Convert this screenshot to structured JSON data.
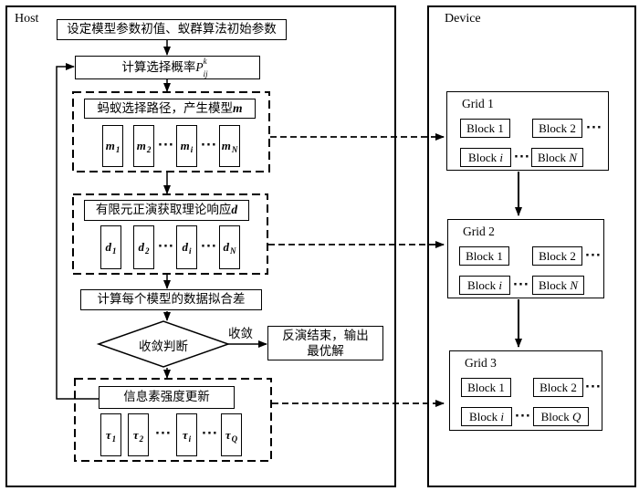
{
  "ellipsis": "···",
  "colors": {
    "line": "#000000",
    "background": "#ffffff"
  },
  "host": {
    "label": "Host",
    "init_box": "设定模型参数初值、蚁群算法初始参数",
    "prob_box": {
      "text": "计算选择概率",
      "var": "P",
      "sup": "k",
      "sub": "ij"
    },
    "model_stage": {
      "title": {
        "text": "蚂蚁选择路径，产生模型",
        "var": "m"
      },
      "cells": [
        {
          "base": "m",
          "sub": "1"
        },
        {
          "base": "m",
          "sub": "2"
        },
        {
          "base": "m",
          "sub": "i"
        },
        {
          "base": "m",
          "sub": "N"
        }
      ]
    },
    "forward_stage": {
      "title": {
        "text": "有限元正演获取理论响应",
        "var": "d"
      },
      "cells": [
        {
          "base": "d",
          "sub": "1"
        },
        {
          "base": "d",
          "sub": "2"
        },
        {
          "base": "d",
          "sub": "i"
        },
        {
          "base": "d",
          "sub": "N"
        }
      ]
    },
    "fit_box": "计算每个模型的数据拟合差",
    "decision": "收敛判断",
    "converge_label": "收敛",
    "result_box": {
      "line1": "反演结束，输出",
      "line2": "最优解"
    },
    "pheromone_stage": {
      "title": "信息素强度更新",
      "cells": [
        {
          "base": "τ",
          "sub": "1"
        },
        {
          "base": "τ",
          "sub": "2"
        },
        {
          "base": "τ",
          "sub": "i"
        },
        {
          "base": "τ",
          "sub": "Q"
        }
      ]
    }
  },
  "device": {
    "label": "Device",
    "grids": [
      {
        "title": "Grid 1",
        "blocks": [
          {
            "label": "Block 1",
            "ivar": ""
          },
          {
            "label": "Block 2",
            "ivar": ""
          },
          {
            "label": "Block ",
            "ivar": "i"
          },
          {
            "label": "Block ",
            "ivar": "N"
          }
        ]
      },
      {
        "title": "Grid 2",
        "blocks": [
          {
            "label": "Block 1",
            "ivar": ""
          },
          {
            "label": "Block 2",
            "ivar": ""
          },
          {
            "label": "Block ",
            "ivar": "i"
          },
          {
            "label": "Block ",
            "ivar": "N"
          }
        ]
      },
      {
        "title": "Grid 3",
        "blocks": [
          {
            "label": "Block 1",
            "ivar": ""
          },
          {
            "label": "Block 2",
            "ivar": ""
          },
          {
            "label": "Block ",
            "ivar": "i"
          },
          {
            "label": "Block ",
            "ivar": "Q"
          }
        ]
      }
    ]
  }
}
